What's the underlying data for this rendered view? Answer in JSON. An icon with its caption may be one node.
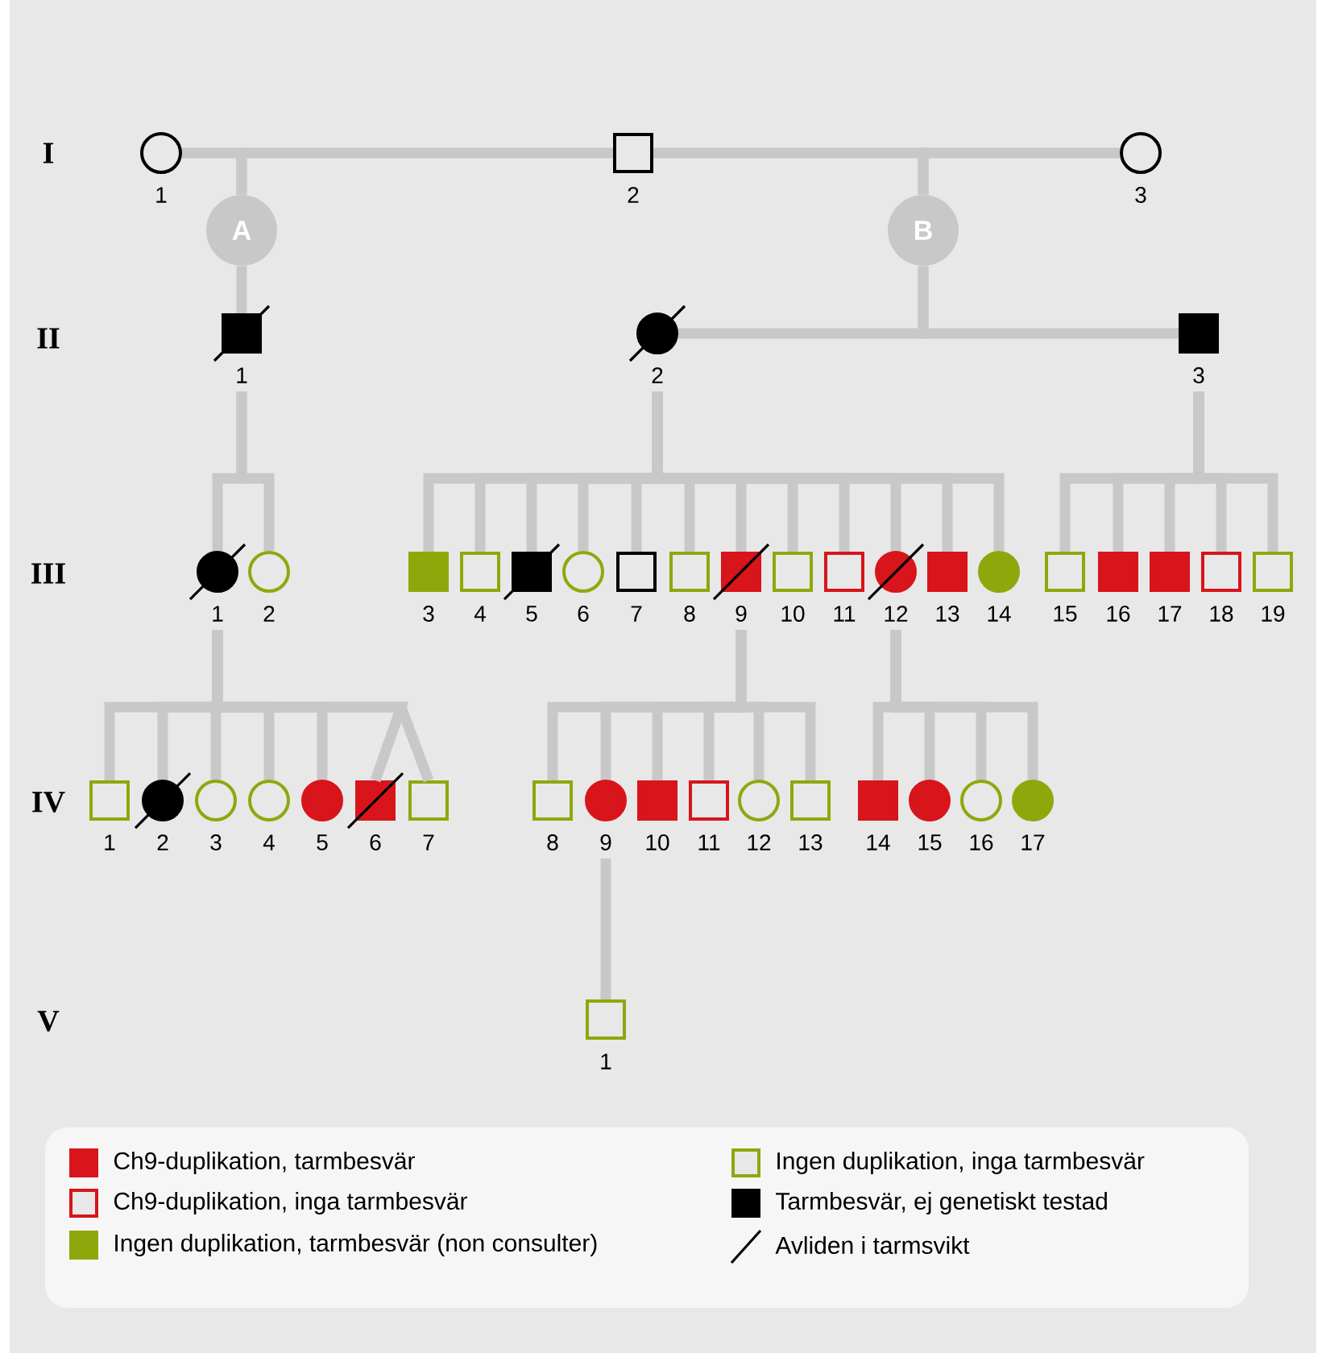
{
  "diagram": {
    "nodes": [
      {
        "text": [],
        "shape": "circle",
        "beside": [
          "1"
        ]
      },
      {
        "text": [],
        "shape": "box",
        "beside": [
          "2"
        ]
      },
      {
        "text": [],
        "shape": "circle",
        "beside": [
          "3"
        ]
      },
      {
        "text": [
          "A"
        ]
      },
      {
        "text": [
          "B"
        ]
      },
      {
        "text": [],
        "shape": "box",
        "beside": [
          "1"
        ]
      },
      {
        "text": [],
        "shape": "circle",
        "beside": [
          "2"
        ]
      },
      {
        "text": [],
        "shape": "box",
        "beside": [
          "3"
        ]
      },
      {
        "text": [],
        "shape": "circle",
        "beside": [
          "1"
        ]
      },
      {
        "text": [],
        "shape": "circle",
        "beside": [
          "2"
        ]
      },
      {
        "text": [],
        "shape": "box",
        "beside": [
          "3"
        ]
      },
      {
        "text": [],
        "shape": "box",
        "beside": [
          "4"
        ]
      },
      {
        "text": [],
        "shape": "box",
        "beside": [
          "5"
        ]
      },
      {
        "text": [],
        "shape": "circle",
        "beside": [
          "6"
        ]
      },
      {
        "text": [],
        "shape": "box",
        "beside": [
          "7"
        ]
      },
      {
        "text": [],
        "shape": "box",
        "beside": [
          "8"
        ]
      },
      {
        "text": [],
        "shape": "box",
        "beside": [
          "9"
        ]
      },
      {
        "text": [],
        "shape": "box",
        "beside": [
          "10"
        ]
      },
      {
        "text": [],
        "shape": "box",
        "beside": [
          "11"
        ]
      },
      {
        "text": [],
        "shape": "circle",
        "beside": [
          "12"
        ]
      },
      {
        "text": [],
        "shape": "box",
        "beside": [
          "13"
        ]
      },
      {
        "text": [],
        "shape": "circle",
        "beside": [
          "14"
        ]
      },
      {
        "text": [],
        "shape": "box",
        "beside": [
          "15"
        ]
      },
      {
        "text": [],
        "shape": "box",
        "beside": [
          "16"
        ]
      },
      {
        "text": [],
        "shape": "box",
        "beside": [
          "17"
        ]
      },
      {
        "text": [],
        "shape": "box",
        "beside": [
          "18"
        ]
      },
      {
        "text": [],
        "shape": "box",
        "beside": [
          "19"
        ]
      },
      {
        "text": [],
        "shape": "box",
        "beside": [
          "1"
        ]
      },
      {
        "text": [],
        "shape": "circle",
        "beside": [
          "2"
        ]
      },
      {
        "text": [],
        "shape": "circle",
        "beside": [
          "3"
        ]
      },
      {
        "text": [],
        "shape": "circle",
        "beside": [
          "4"
        ]
      },
      {
        "text": [],
        "shape": "circle",
        "beside": [
          "5"
        ]
      },
      {
        "text": [],
        "shape": "box",
        "beside": [
          "6"
        ]
      },
      {
        "text": [],
        "shape": "box",
        "beside": [
          "7"
        ]
      },
      {
        "text": [],
        "shape": "box",
        "beside": [
          "8"
        ]
      },
      {
        "text": [],
        "shape": "circle",
        "beside": [
          "9"
        ]
      },
      {
        "text": [],
        "shape": "box",
        "beside": [
          "10"
        ]
      },
      {
        "text": [],
        "shape": "box",
        "beside": [
          "11"
        ]
      },
      {
        "text": [],
        "shape": "circle",
        "beside": [
          "12"
        ]
      },
      {
        "text": [],
        "shape": "box",
        "beside": [
          "13"
        ]
      },
      {
        "text": [],
        "shape": "box",
        "beside": [
          "14"
        ]
      },
      {
        "text": [],
        "shape": "circle",
        "beside": [
          "15"
        ]
      },
      {
        "text": [],
        "shape": "circle",
        "beside": [
          "16"
        ]
      },
      {
        "text": [],
        "shape": "circle",
        "beside": [
          "17"
        ]
      },
      {
        "text": [],
        "shape": "box",
        "beside": [
          "1"
        ]
      }
    ],
    "edges": [
      {
        "from": 0,
        "to": 3,
        "arrow": "none"
      },
      {
        "from": 1,
        "to": 3,
        "arrow": "none"
      },
      {
        "from": 1,
        "to": 4,
        "arrow": "none"
      },
      {
        "from": 2,
        "to": 4,
        "arrow": "none"
      },
      {
        "from": 3,
        "to": 5,
        "arrow": "none"
      },
      {
        "from": 4,
        "to": 6,
        "arrow": "none"
      },
      {
        "from": 4,
        "to": 7,
        "arrow": "none"
      },
      {
        "from": 5,
        "to": 8,
        "arrow": "none"
      },
      {
        "from": 5,
        "to": 9,
        "arrow": "none"
      },
      {
        "from": 6,
        "to": 10,
        "arrow": "none"
      },
      {
        "from": 6,
        "to": 11,
        "arrow": "none"
      },
      {
        "from": 6,
        "to": 12,
        "arrow": "none"
      },
      {
        "from": 6,
        "to": 13,
        "arrow": "none"
      },
      {
        "from": 6,
        "to": 14,
        "arrow": "none"
      },
      {
        "from": 6,
        "to": 15,
        "arrow": "none"
      },
      {
        "from": 6,
        "to": 16,
        "arrow": "none"
      },
      {
        "from": 6,
        "to": 17,
        "arrow": "none"
      },
      {
        "from": 6,
        "to": 18,
        "arrow": "none"
      },
      {
        "from": 6,
        "to": 19,
        "arrow": "none"
      },
      {
        "from": 6,
        "to": 20,
        "arrow": "none"
      },
      {
        "from": 6,
        "to": 21,
        "arrow": "none"
      },
      {
        "from": 7,
        "to": 22,
        "arrow": "none"
      },
      {
        "from": 7,
        "to": 23,
        "arrow": "none"
      },
      {
        "from": 7,
        "to": 24,
        "arrow": "none"
      },
      {
        "from": 7,
        "to": 25,
        "arrow": "none"
      },
      {
        "from": 7,
        "to": 26,
        "arrow": "none"
      },
      {
        "from": 8,
        "to": 27,
        "arrow": "none"
      },
      {
        "from": 8,
        "to": 28,
        "arrow": "none"
      },
      {
        "from": 8,
        "to": 29,
        "arrow": "none"
      },
      {
        "from": 8,
        "to": 30,
        "arrow": "none"
      },
      {
        "from": 8,
        "to": 31,
        "arrow": "none"
      },
      {
        "from": 8,
        "to": 32,
        "arrow": "none"
      },
      {
        "from": 8,
        "to": 33,
        "arrow": "none"
      },
      {
        "from": 16,
        "to": 34,
        "arrow": "none"
      },
      {
        "from": 16,
        "to": 35,
        "arrow": "none"
      },
      {
        "from": 16,
        "to": 36,
        "arrow": "none"
      },
      {
        "from": 16,
        "to": 37,
        "arrow": "none"
      },
      {
        "from": 16,
        "to": 38,
        "arrow": "none"
      },
      {
        "from": 16,
        "to": 39,
        "arrow": "none"
      },
      {
        "from": 19,
        "to": 40,
        "arrow": "none"
      },
      {
        "from": 19,
        "to": 41,
        "arrow": "none"
      },
      {
        "from": 19,
        "to": 42,
        "arrow": "none"
      },
      {
        "from": 19,
        "to": 43,
        "arrow": "none"
      },
      {
        "from": 35,
        "to": 44,
        "arrow": "none"
      }
    ],
    "labels": [
      "I",
      "II",
      "III",
      "IV",
      "V"
    ],
    "legend": [
      {
        "text": "Ch9-duplikation, tarmbesvär",
        "color": "#d7151b"
      },
      {
        "text": "Ch9-duplikation, inga tarmbesvär"
      },
      {
        "text": "Ingen duplikation, tarmbesvär (non consulter)",
        "color": "#8ea80c"
      },
      {
        "text": "Ingen duplikation, inga tarmbesvär"
      },
      {
        "text": "Tarmbesvär, ej genetiskt testad",
        "color": "#000000"
      },
      {
        "text": "Avliden i tarmsvikt"
      }
    ]
  }
}
